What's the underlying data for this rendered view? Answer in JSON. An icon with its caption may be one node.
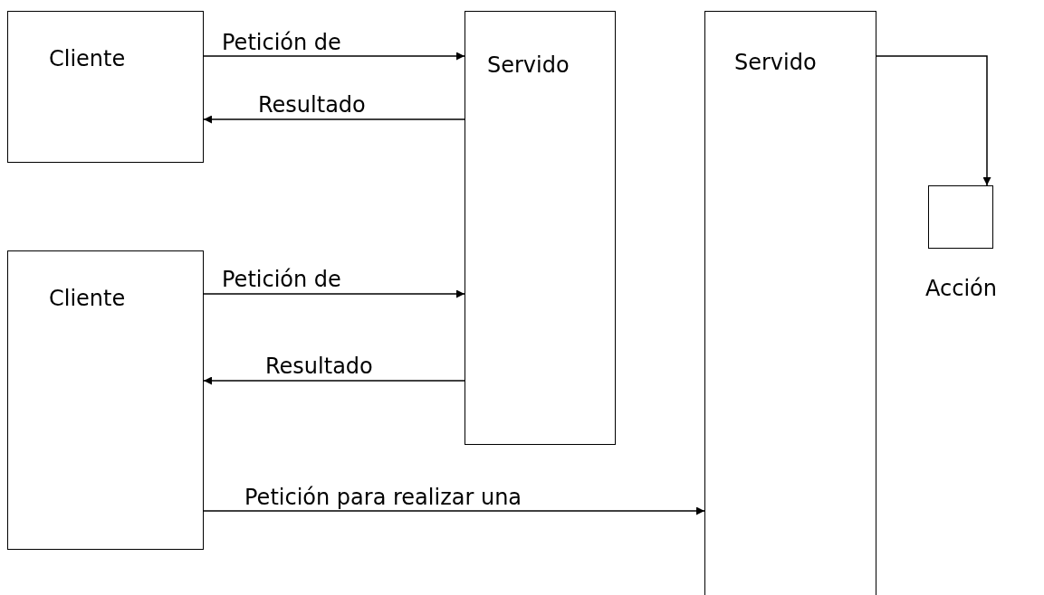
{
  "diagram": {
    "nodes": [
      {
        "text": [
          "Cliente"
        ]
      },
      {
        "text": [
          "Servido"
        ]
      },
      {
        "text": [
          "Servido"
        ]
      },
      {
        "text": [],
        "shape": "box",
        "beside": [
          "Acción"
        ]
      },
      {
        "text": [
          "Cliente"
        ]
      }
    ],
    "edges": [
      {
        "from": 0,
        "to": 1,
        "arrow": "to",
        "label": "Petición de"
      },
      {
        "from": 1,
        "to": 0,
        "arrow": "to",
        "label": "Resultado"
      },
      {
        "from": 4,
        "to": 1,
        "arrow": "to",
        "label": "Petición de"
      },
      {
        "from": 1,
        "to": 4,
        "arrow": "to",
        "label": "Resultado"
      },
      {
        "from": 4,
        "to": 2,
        "arrow": "to",
        "label": "Petición para realizar una"
      },
      {
        "from": 2,
        "to": 3,
        "arrow": "to"
      }
    ]
  }
}
